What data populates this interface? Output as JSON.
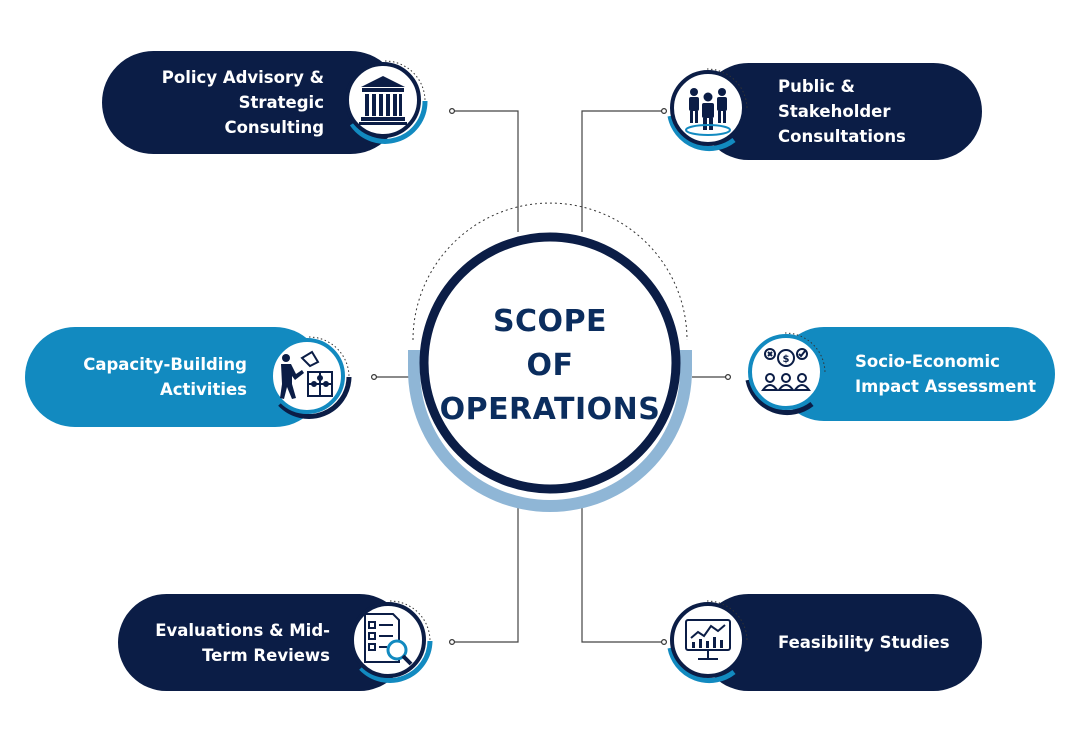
{
  "center": {
    "line1": "SCOPE",
    "line2": "OF",
    "line3": "OPERATIONS"
  },
  "items": [
    {
      "label": "Policy Advisory &\nStrategic\nConsulting",
      "icon": "government-building-icon"
    },
    {
      "label": "Public &\nStakeholder\nConsultations",
      "icon": "people-group-icon"
    },
    {
      "label": "Capacity-Building\nActivities",
      "icon": "puzzle-person-icon"
    },
    {
      "label": "Socio-Economic\nImpact Assessment",
      "icon": "economic-impact-icon"
    },
    {
      "label": "Evaluations & Mid-\nTerm Reviews",
      "icon": "checklist-magnifier-icon"
    },
    {
      "label": "Feasibility Studies",
      "icon": "monitor-chart-icon"
    }
  ],
  "colors": {
    "navy": "#0b1d46",
    "blue": "#128ac0",
    "light_blue": "#8fb6d6",
    "title": "#0b2d5e"
  }
}
